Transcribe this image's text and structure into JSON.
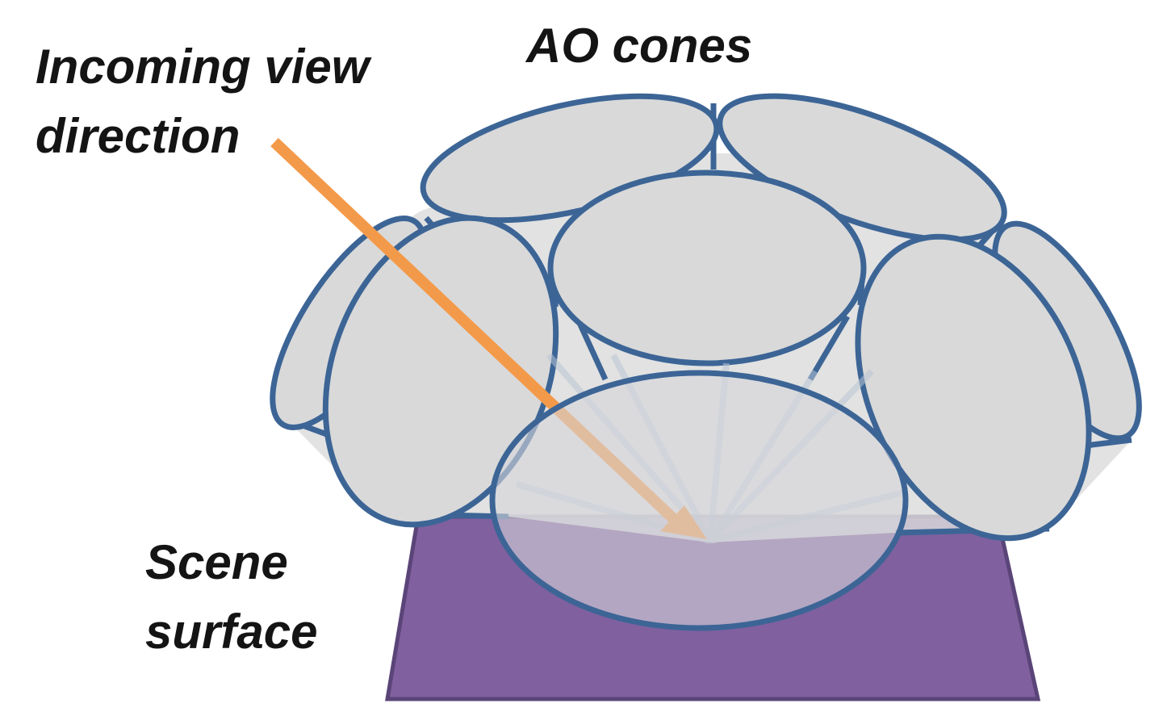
{
  "labels": {
    "incoming_view": {
      "line1": "Incoming view",
      "line2": "direction"
    },
    "ao_cones": "AO cones",
    "scene_surface": {
      "line1": "Scene",
      "line2": "surface"
    }
  },
  "colors": {
    "cone_fill": "#d9d9d9",
    "cone_outline": "#3c6596",
    "surface_fill": "#80609f",
    "surface_outline": "#5a4478",
    "view_arrow": "#f39a4a",
    "label_text": "#141414",
    "background": "#ffffff"
  }
}
